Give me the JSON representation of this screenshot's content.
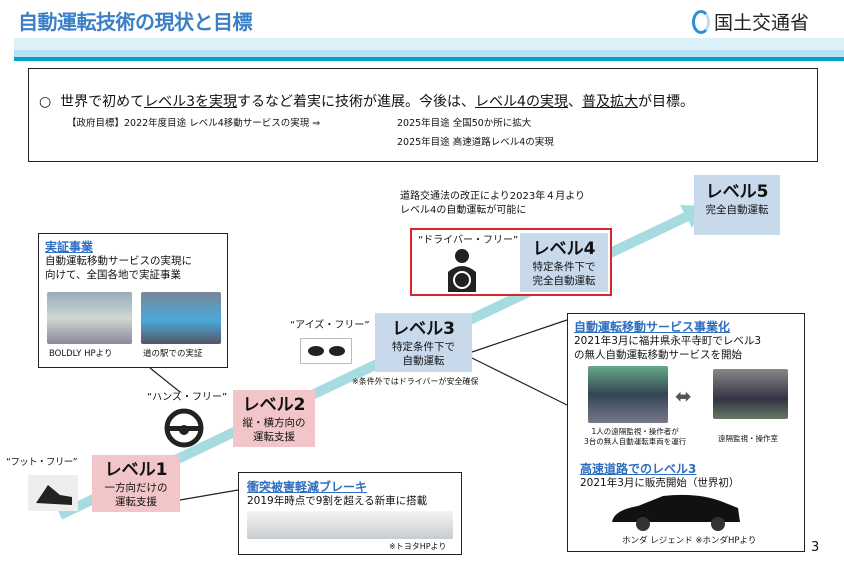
{
  "header": {
    "title": "自動運転技術の現状と目標",
    "logo_text": "国土交通省"
  },
  "summary": {
    "bullet": "○",
    "parts": [
      "世界で初めて",
      "レベル3を実現",
      "するなど着実に技術が進展。今後は、",
      "レベル4の実現",
      "、",
      "普及拡大",
      "が目標。"
    ],
    "goal_label": "【政府目標】2022年度目途 レベル4移動サービスの実現 ⇒",
    "goal_1": "2025年目途 全国50か所に拡大",
    "goal_2": "2025年目途 高速道路レベル4の実現"
  },
  "levels": [
    {
      "title": "レベル1",
      "desc": "一方向だけの\n運転支援",
      "nick": "“フット・フリー”"
    },
    {
      "title": "レベル2",
      "desc": "縦・横方向の\n運転支援",
      "nick": "“ハンズ・フリー”"
    },
    {
      "title": "レベル3",
      "desc": "特定条件下で\n自動運転",
      "nick": "“アイズ・フリー”",
      "note": "※条件外ではドライバーが安全確保"
    },
    {
      "title": "レベル4",
      "desc": "特定条件下で\n完全自動運転",
      "nick": "“ドライバー・フリー”",
      "note": "道路交通法の改正により2023年４月より\nレベル4の自動運転が可能に"
    },
    {
      "title": "レベル5",
      "desc": "完全自動運転"
    }
  ],
  "callouts": {
    "demo": {
      "title": "実証事業",
      "body": "自動運転移動サービスの実現に\n向けて、全国各地で実証事業",
      "cap1": "BOLDLY HPより",
      "cap2": "道の駅での実証"
    },
    "brake": {
      "title": "衝突被害軽減ブレーキ",
      "body": "2019年時点で9割を超える新車に搭載",
      "source": "※トヨタHPより"
    },
    "service": {
      "title": "自動運転移動サービス事業化",
      "body": "2021年3月に福井県永平寺町でレベル3\nの無人自動運転移動サービスを開始",
      "cap1": "1人の遠隔監視・操作者が\n3台の無人自動運転車両を運行",
      "cap2": "遠隔監視・操作室"
    },
    "highway": {
      "title": "高速道路でのレベル3",
      "body": "2021年3月に販売開始（世界初）",
      "cap": "ホンダ レジェンド ※ホンダHPより"
    }
  },
  "page_number": "3",
  "colors": {
    "title": "#3b7fc6",
    "band": "#00a3d0",
    "pink": "#f2c6c8",
    "blue": "#c8d9ec",
    "arrow": "#a6dce0",
    "red": "#d9262c"
  }
}
